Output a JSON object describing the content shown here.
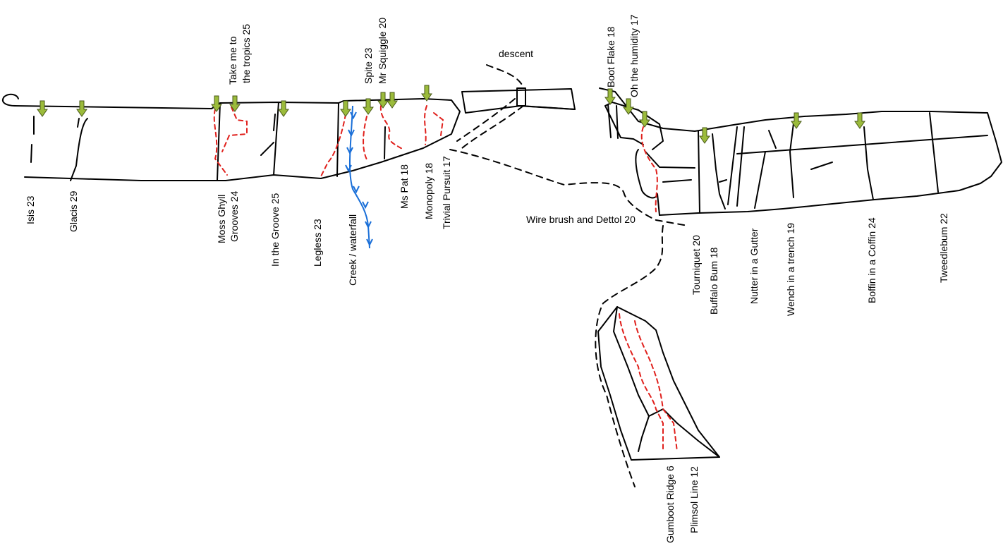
{
  "routes": {
    "isis": "Isis 23",
    "glacis": "Glacis 29",
    "take_me_1": "Take me to",
    "take_me_2": "the tropics 25",
    "moss_1": "Moss Ghyll",
    "moss_2": "Grooves 24",
    "in_the_groove": "In the  Groove 25",
    "legless": "Legless 23",
    "creek": "Creek / waterfall",
    "spite": "Spite 23",
    "mr_squiggle": "Mr Squiggle 20",
    "ms_pat": "Ms Pat 18",
    "monopoly": "Monopoly 18",
    "trivial_pursuit": "Trivial Pursuit 17",
    "descent": "descent",
    "boot_flake": "Boot Flake 18",
    "oh_humidity": "Oh the humidity 17",
    "wire_brush": "Wire brush and Dettol 20",
    "tourniquet": "Tourniquet  20",
    "buffalo_bum": "Buffalo Bum  18",
    "nutter": "Nutter in a Gutter",
    "wench": "Wench in a trench 19",
    "boffin": "Boffin in a Coffin 24",
    "tweedlebum": "Tweedlebum 22",
    "gumboot": "Gumboot Ridge 6",
    "plimsol": "Plimsol Line 12"
  },
  "colors": {
    "arrow_fill": "#9bbb3b",
    "arrow_stroke": "#4a5a1a",
    "route_line": "#e0201c",
    "creek_line": "#1a6fd8",
    "outline": "#000000"
  }
}
